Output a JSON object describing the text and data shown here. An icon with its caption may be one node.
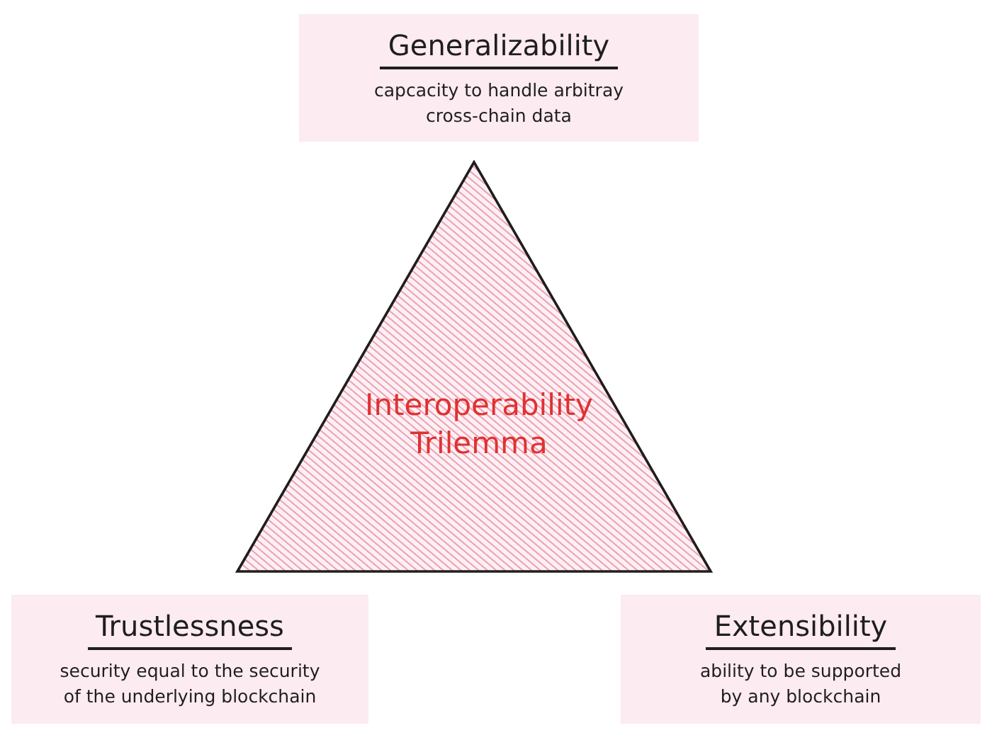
{
  "diagram": {
    "nodes": [
      {
        "text": [
          "Generalizability",
          "capcacity to handle arbitray cross-chain data"
        ]
      },
      {
        "text": [
          "Interoperability Trilemma"
        ]
      },
      {
        "text": [
          "Trustlessness",
          "security equal to the security of the underlying blockchain"
        ]
      },
      {
        "text": [
          "Extensibility",
          "ability to be supported by any blockchain"
        ]
      }
    ]
  }
}
